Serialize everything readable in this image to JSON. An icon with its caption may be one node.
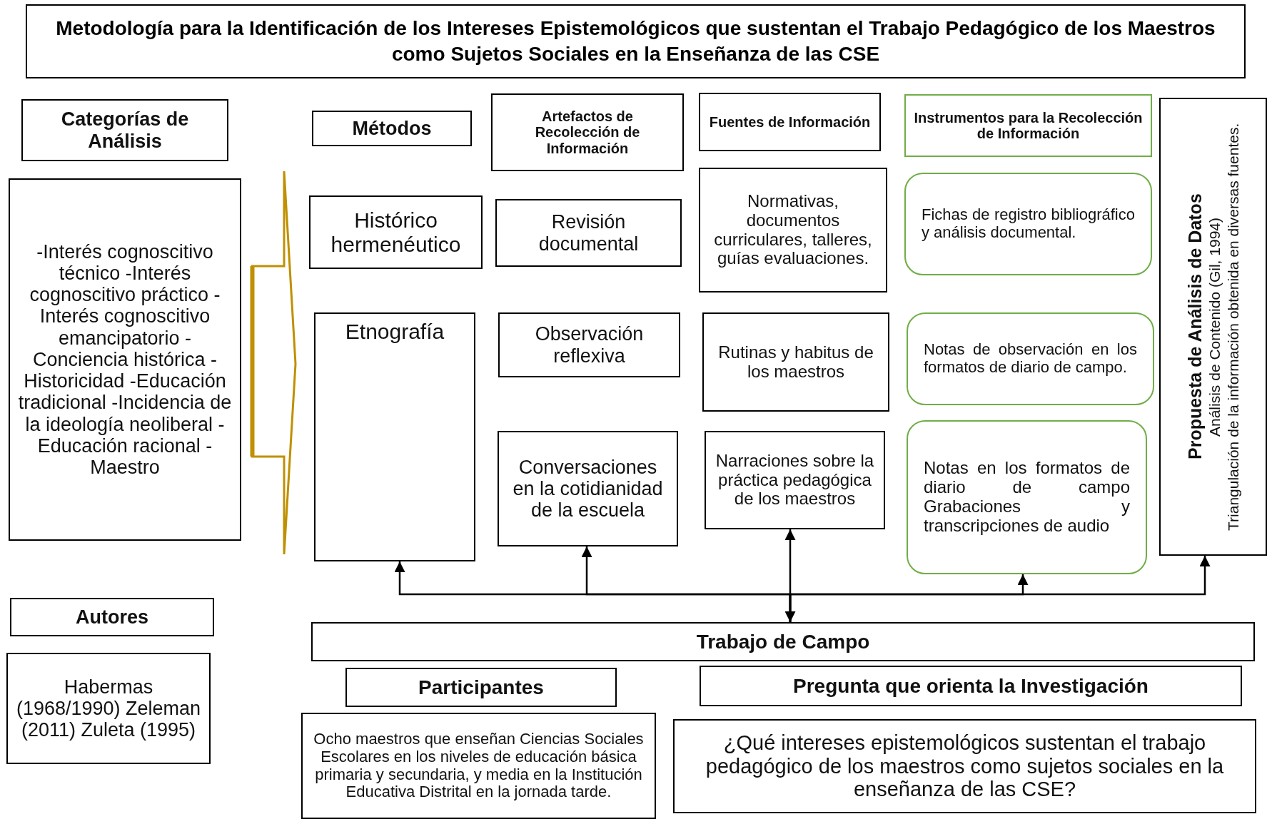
{
  "diagram": {
    "title": "Metodología para la Identificación de los Intereses Epistemológicos que sustentan el Trabajo Pedagógico de los Maestros como Sujetos Sociales en la Enseñanza de las CSE",
    "nodes": [
      {
        "text": [
          "Categorías de Análisis"
        ]
      },
      {
        "text": [
          "-Interés cognoscitivo técnico -Interés cognoscitivo práctico - Interés cognoscitivo emancipatorio -Conciencia histórica -Historicidad -Educación tradicional -Incidencia de la ideología neoliberal -Educación racional -Maestro"
        ]
      },
      {
        "text": [
          "Autores"
        ]
      },
      {
        "text": [
          "Habermas (1968/1990) Zeleman (2011) Zuleta (1995)"
        ]
      },
      {
        "text": [
          "Métodos"
        ]
      },
      {
        "text": [
          "Artefactos de Recolección de Información"
        ]
      },
      {
        "text": [
          "Fuentes de Información"
        ]
      },
      {
        "text": [
          "Instrumentos para la Recolección de Información"
        ]
      },
      {
        "text": [
          "Propuesta de Análisis de Datos",
          "Análisis de Contenido (Gil, 1994)",
          "Triangulación de la información obtenida en diversas fuentes."
        ]
      },
      {
        "text": [
          "Histórico hermenéutico"
        ]
      },
      {
        "text": [
          "Revisión documental"
        ]
      },
      {
        "text": [
          "Normativas, documentos curriculares, talleres, guías evaluaciones."
        ]
      },
      {
        "text": [
          "Fichas de registro bibliográfico y análisis documental."
        ]
      },
      {
        "text": [
          "Etnografía"
        ]
      },
      {
        "text": [
          "Observación reflexiva"
        ]
      },
      {
        "text": [
          "Rutinas y habitus de los maestros"
        ]
      },
      {
        "text": [
          "Notas de observación en los formatos de diario de campo."
        ]
      },
      {
        "text": [
          "Conversaciones en la cotidianidad de la escuela"
        ]
      },
      {
        "text": [
          "Narraciones sobre la práctica pedagógica de los maestros"
        ]
      },
      {
        "text": [
          "Notas en los formatos de diario de campo Grabaciones y transcripciones de audio"
        ]
      },
      {
        "text": [
          "Trabajo de Campo"
        ]
      },
      {
        "text": [
          "Participantes"
        ]
      },
      {
        "text": [
          "Ocho maestros que enseñan Ciencias Sociales Escolares en los niveles de educación básica primaria y secundaria, y media en la Institución Educativa Distrital en la jornada tarde."
        ]
      },
      {
        "text": [
          "Pregunta que orienta la Investigación"
        ]
      },
      {
        "text": [
          "¿Qué intereses epistemológicos sustentan el trabajo pedagógico de los maestros como sujetos sociales en la enseñanza de las CSE?"
        ]
      }
    ],
    "edges": [
      {
        "from": 20,
        "to": 13,
        "arrow": "to"
      },
      {
        "from": 20,
        "to": 17,
        "arrow": "to"
      },
      {
        "from": 20,
        "to": 18,
        "arrow": "both"
      },
      {
        "from": 20,
        "to": 19,
        "arrow": "to"
      },
      {
        "from": 20,
        "to": 8,
        "arrow": "to"
      }
    ]
  }
}
